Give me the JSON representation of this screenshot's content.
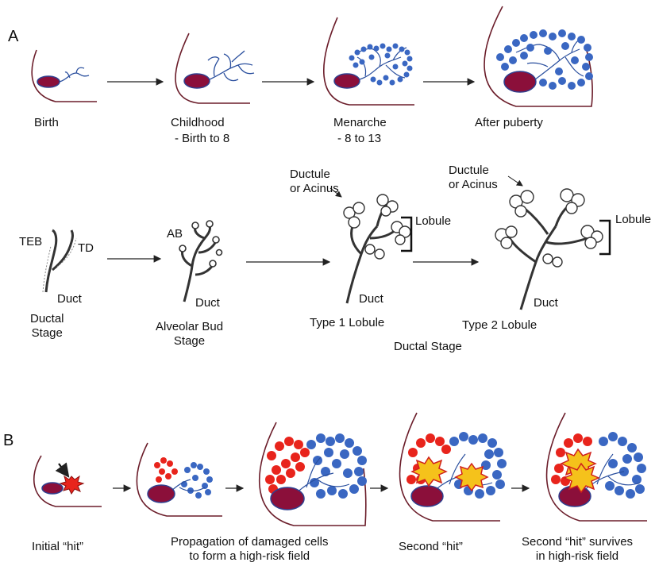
{
  "panel_a": {
    "letter": "A",
    "row1_labels": [
      "Birth",
      "Childhood",
      "- Birth to 8",
      "Menarche",
      "- 8 to 13",
      "After puberty"
    ],
    "row2": {
      "teb": "TEB",
      "td": "TD",
      "ab": "AB",
      "duct": "Duct",
      "ductule_line1": "Ductule",
      "ductule_line2": "or Acinus",
      "lobule": "Lobule",
      "ductal_stage_l1": "Ductal",
      "ductal_stage_l2": "Stage",
      "alveolar_l1": "Alveolar Bud",
      "alveolar_l2": "Stage",
      "type1": "Type 1 Lobule",
      "type2": "Type 2 Lobule",
      "ductal_stage_bottom": "Ductal Stage"
    }
  },
  "panel_b": {
    "letter": "B",
    "label_initial": "Initial “hit”",
    "label_prop_l1": "Propagation of damaged cells",
    "label_prop_l2": "to form a high-risk field",
    "label_second": "Second “hit”",
    "label_survive_l1": "Second “hit” survives",
    "label_survive_l2": "in high-risk field"
  },
  "colors": {
    "outline": "#6b1d2a",
    "nipple": "#8b0f3a",
    "nipple_border": "#2f3f8f",
    "duct_blue": "#2a4f9e",
    "lobule_blue": "#3a67c2",
    "damaged_red": "#e8241c",
    "hit_yellow": "#f5c21b"
  }
}
